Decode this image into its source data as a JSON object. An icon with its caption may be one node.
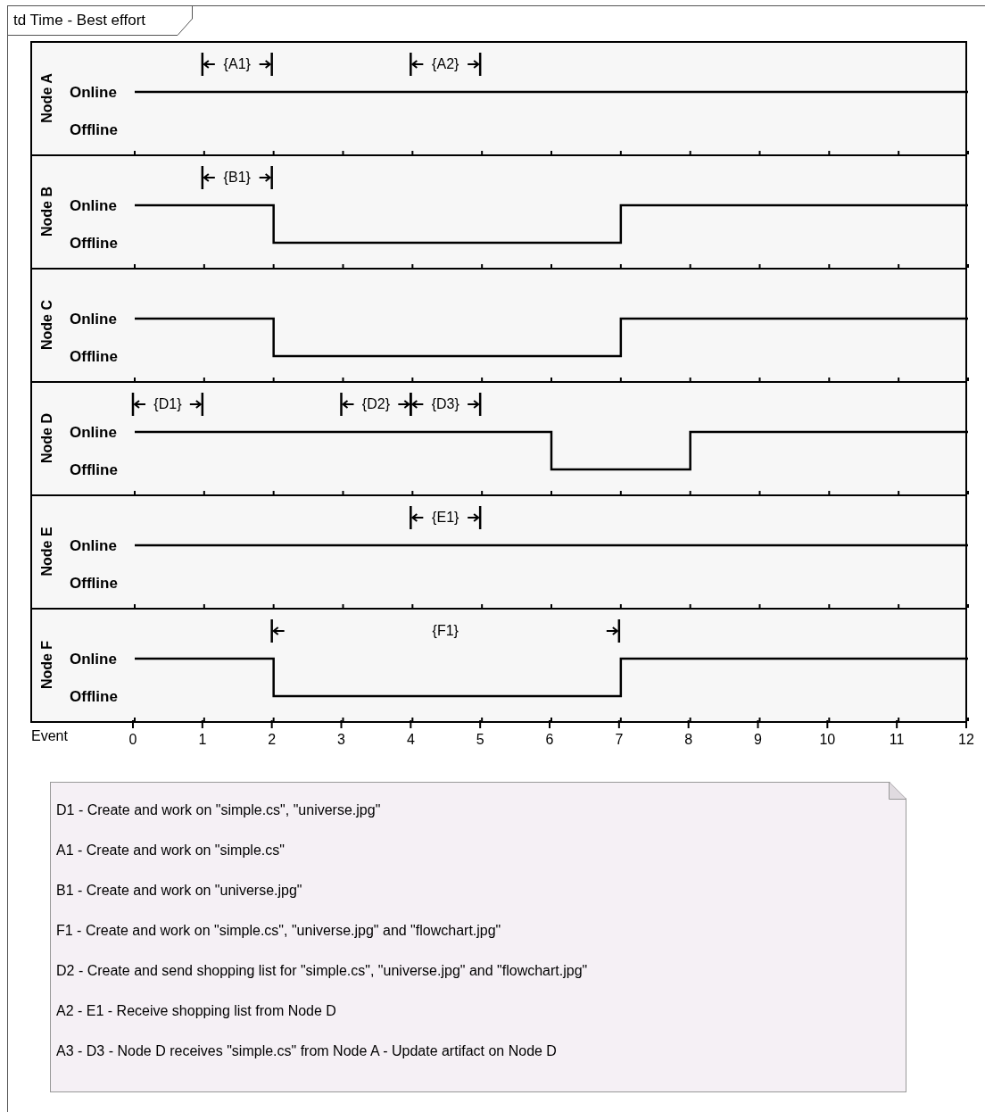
{
  "diagram": {
    "nodes": [
      {
        "text": [
          "td Time - Best effort"
        ]
      },
      {
        "text": [
          "Node A",
          "Online",
          "Offline"
        ],
        "in": 0
      },
      {
        "text": [
          "Node B",
          "Online",
          "Offline"
        ],
        "in": 0
      },
      {
        "text": [
          "Node C",
          "Online",
          "Offline"
        ],
        "in": 0
      },
      {
        "text": [
          "Node D",
          "Online",
          "Offline"
        ],
        "in": 0
      },
      {
        "text": [
          "Node E",
          "Online",
          "Offline"
        ],
        "in": 0
      },
      {
        "text": [
          "Node F",
          "Online",
          "Offline"
        ],
        "in": 0
      },
      {
        "text": [
          "D1 - Create and work on \"simple.cs\", \"universe.jpg\"",
          "A1 - Create and work on \"simple.cs\"",
          "B1 - Create and work on \"universe.jpg\"",
          "F1 - Create and work on \"simple.cs\", \"universe.jpg\" and \"flowchart.jpg\"",
          "D2 - Create and send shopping list for \"simple.cs\", \"universe.jpg\" and \"flowchart.jpg\"",
          "A2 - E1 - Receive shopping list from Node D",
          "A3 - D3 - Node D receives \"simple.cs\" from Node A - Update artifact on Node D"
        ],
        "in": 0
      }
    ],
    "edges": [],
    "labels": [
      "{A1}",
      "{A2}",
      "{B1}",
      "{D1}",
      "{D2}",
      "{D3}",
      "{E1}",
      "{F1}",
      "Event",
      "0",
      "1",
      "2",
      "3",
      "4",
      "5",
      "6",
      "7",
      "8",
      "9",
      "10",
      "11",
      "12"
    ]
  }
}
